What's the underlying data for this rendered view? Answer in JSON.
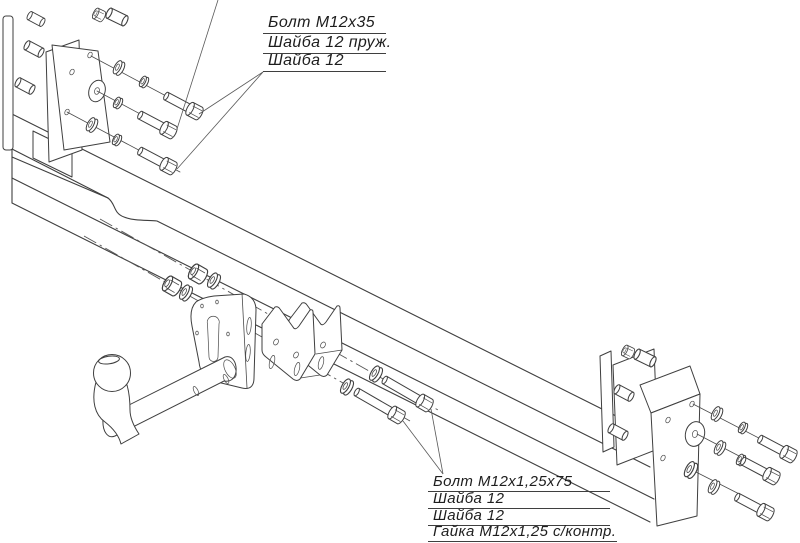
{
  "callouts": {
    "top": {
      "row1": "Болт М12х35",
      "row2": "Шайба 12 пруж.",
      "row3": "Шайба 12"
    },
    "bottom": {
      "row1": "Болт М12х1,25х75",
      "row2": "Шайба 12",
      "row3": "Шайба 12",
      "row4": "Гайка М12х1,25 с/контр."
    }
  },
  "colors": {
    "line": "#3f3f3f",
    "background": "#ffffff",
    "text": "#1d1d1d"
  }
}
